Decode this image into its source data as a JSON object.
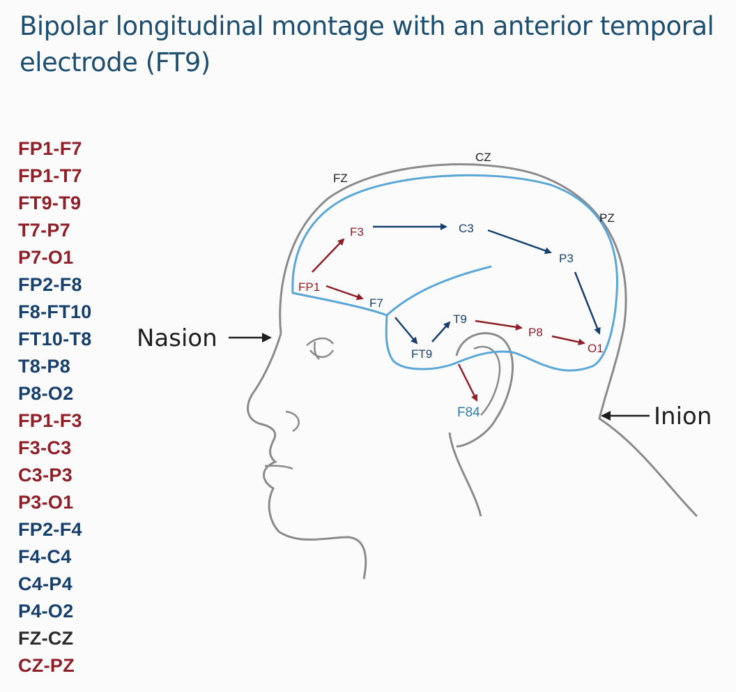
{
  "title": {
    "line1": "Bipolar longitudinal montage with an anterior temporal",
    "line2": "electrode (FT9)"
  },
  "colors": {
    "title": "#1d4e6e",
    "red": "#8e1f27",
    "blue": "#173f6b",
    "black": "#2b2b2b",
    "brain_outline": "#5aa6d6",
    "head_outline": "#8a8a8a"
  },
  "montage_list": [
    {
      "label": "FP1-F7",
      "color": "red"
    },
    {
      "label": "FP1-T7",
      "color": "red"
    },
    {
      "label": "FT9-T9",
      "color": "red"
    },
    {
      "label": "T7-P7",
      "color": "red"
    },
    {
      "label": "P7-O1",
      "color": "red"
    },
    {
      "label": "FP2-F8",
      "color": "blue"
    },
    {
      "label": "F8-FT10",
      "color": "blue"
    },
    {
      "label": "FT10-T8",
      "color": "blue"
    },
    {
      "label": "T8-P8",
      "color": "blue"
    },
    {
      "label": "P8-O2",
      "color": "blue"
    },
    {
      "label": "FP1-F3",
      "color": "red"
    },
    {
      "label": "F3-C3",
      "color": "red"
    },
    {
      "label": "C3-P3",
      "color": "red"
    },
    {
      "label": "P3-O1",
      "color": "red"
    },
    {
      "label": "FP2-F4",
      "color": "blue"
    },
    {
      "label": "F4-C4",
      "color": "blue"
    },
    {
      "label": "C4-P4",
      "color": "blue"
    },
    {
      "label": "P4-O2",
      "color": "blue"
    },
    {
      "label": "FZ-CZ",
      "color": "black"
    },
    {
      "label": "CZ-PZ",
      "color": "red"
    }
  ],
  "landmarks": {
    "nasion": "Nasion",
    "inion": "Inion"
  },
  "midline_labels": {
    "fz": "FZ",
    "cz": "CZ",
    "pz": "PZ"
  },
  "electrodes": {
    "fp1": "FP1",
    "f3": "F3",
    "c3": "C3",
    "p3": "P3",
    "f7": "F7",
    "ft9": "FT9",
    "t9": "T9",
    "p8": "P8",
    "o1": "O1",
    "f84": "F84"
  }
}
